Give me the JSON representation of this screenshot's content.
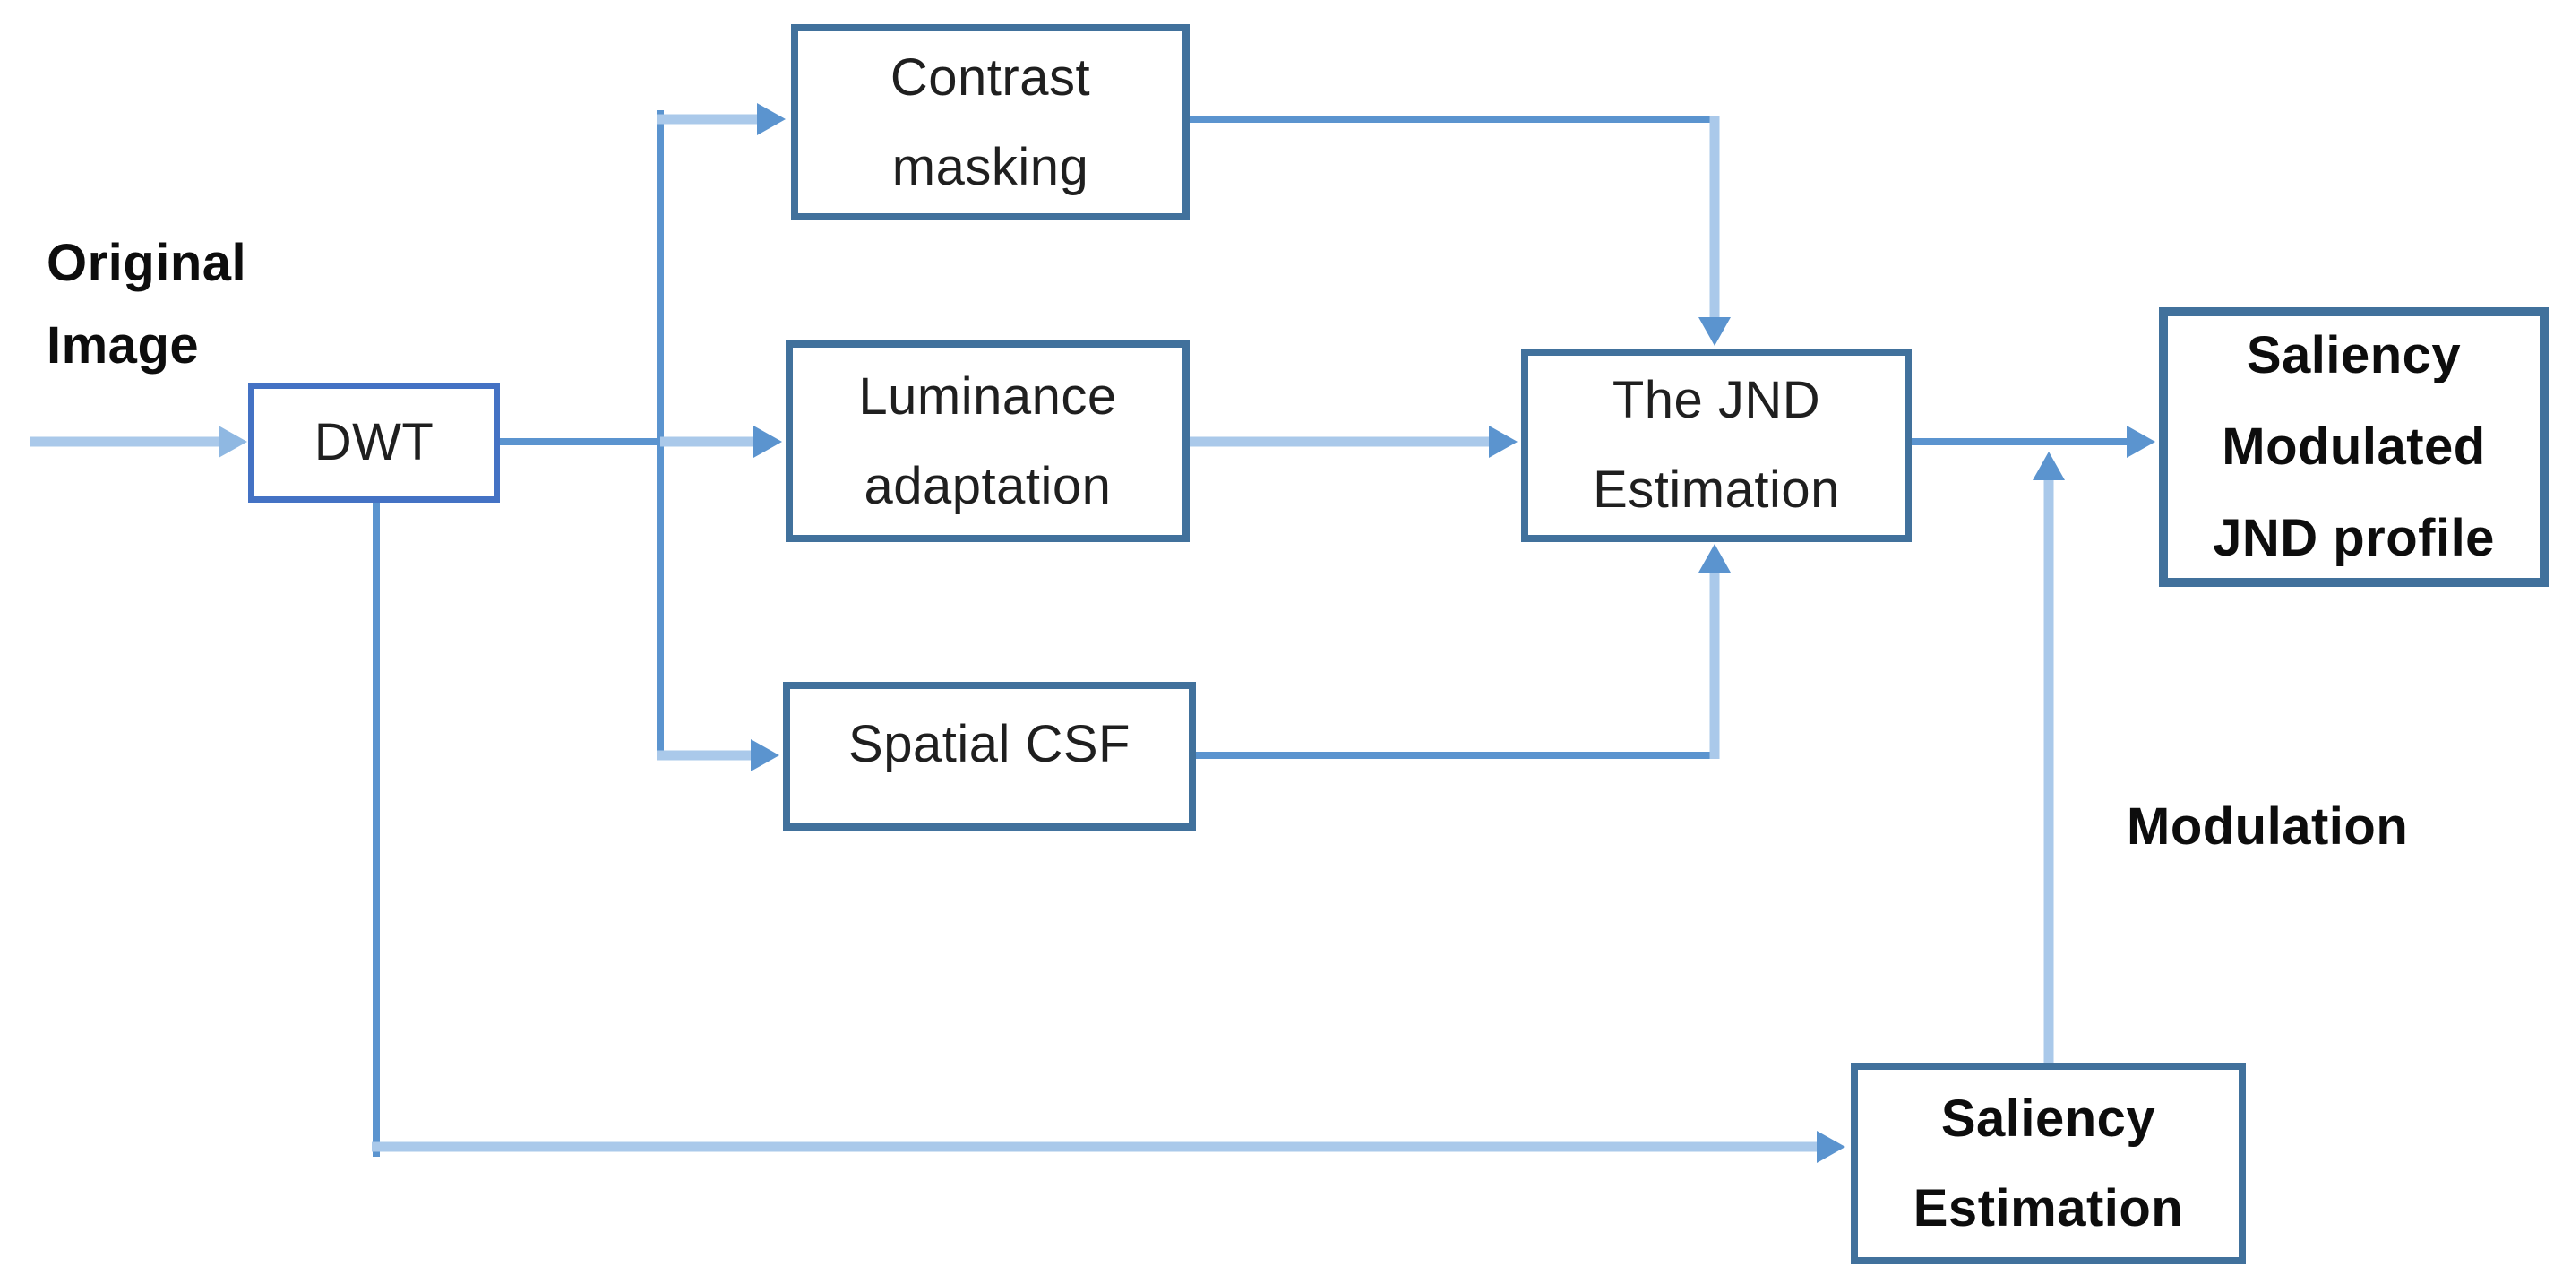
{
  "diagram": {
    "nodes": {
      "dwt": {
        "label": "DWT",
        "lines": [
          "DWT"
        ]
      },
      "contrast_masking": {
        "label": "Contrast masking",
        "lines": [
          "Contrast",
          "masking"
        ]
      },
      "luminance_adaptation": {
        "label": "Luminance adaptation",
        "lines": [
          "Luminance",
          "adaptation"
        ]
      },
      "spatial_csf": {
        "label": "Spatial CSF",
        "lines": [
          "Spatial CSF"
        ]
      },
      "jnd_estimation": {
        "label": "The JND Estimation",
        "lines": [
          "The JND",
          "Estimation"
        ]
      },
      "saliency_modulated": {
        "label": "Saliency Modulated JND profile",
        "lines": [
          "Saliency",
          "Modulated",
          "JND profile"
        ]
      },
      "saliency_estimation": {
        "label": "Saliency Estimation",
        "lines": [
          "Saliency",
          "Estimation"
        ]
      }
    },
    "labels": {
      "original_image": {
        "lines": [
          "Original",
          "Image"
        ]
      },
      "modulation": "Modulation"
    },
    "edges": [
      {
        "from": "original_image",
        "to": "dwt"
      },
      {
        "from": "dwt",
        "to": "contrast_masking"
      },
      {
        "from": "dwt",
        "to": "luminance_adaptation"
      },
      {
        "from": "dwt",
        "to": "spatial_csf"
      },
      {
        "from": "contrast_masking",
        "to": "jnd_estimation"
      },
      {
        "from": "luminance_adaptation",
        "to": "jnd_estimation"
      },
      {
        "from": "spatial_csf",
        "to": "jnd_estimation"
      },
      {
        "from": "jnd_estimation",
        "to": "saliency_modulated"
      },
      {
        "from": "dwt",
        "to": "saliency_estimation"
      },
      {
        "from": "saliency_estimation",
        "to": "saliency_modulated",
        "via": "modulation-junction",
        "label": "Modulation"
      }
    ],
    "colors": {
      "background": "#ffffff",
      "box_border": "#41719c",
      "dwt_border": "#4472c4",
      "line_medium": "#5b94cf",
      "line_light": "#aac9ea",
      "arrow_fill": "#5b94cf",
      "arrow_fill_light": "#8fb8e2",
      "node_text": "#1f1f1f",
      "label_text": "#0d0d0d"
    }
  }
}
